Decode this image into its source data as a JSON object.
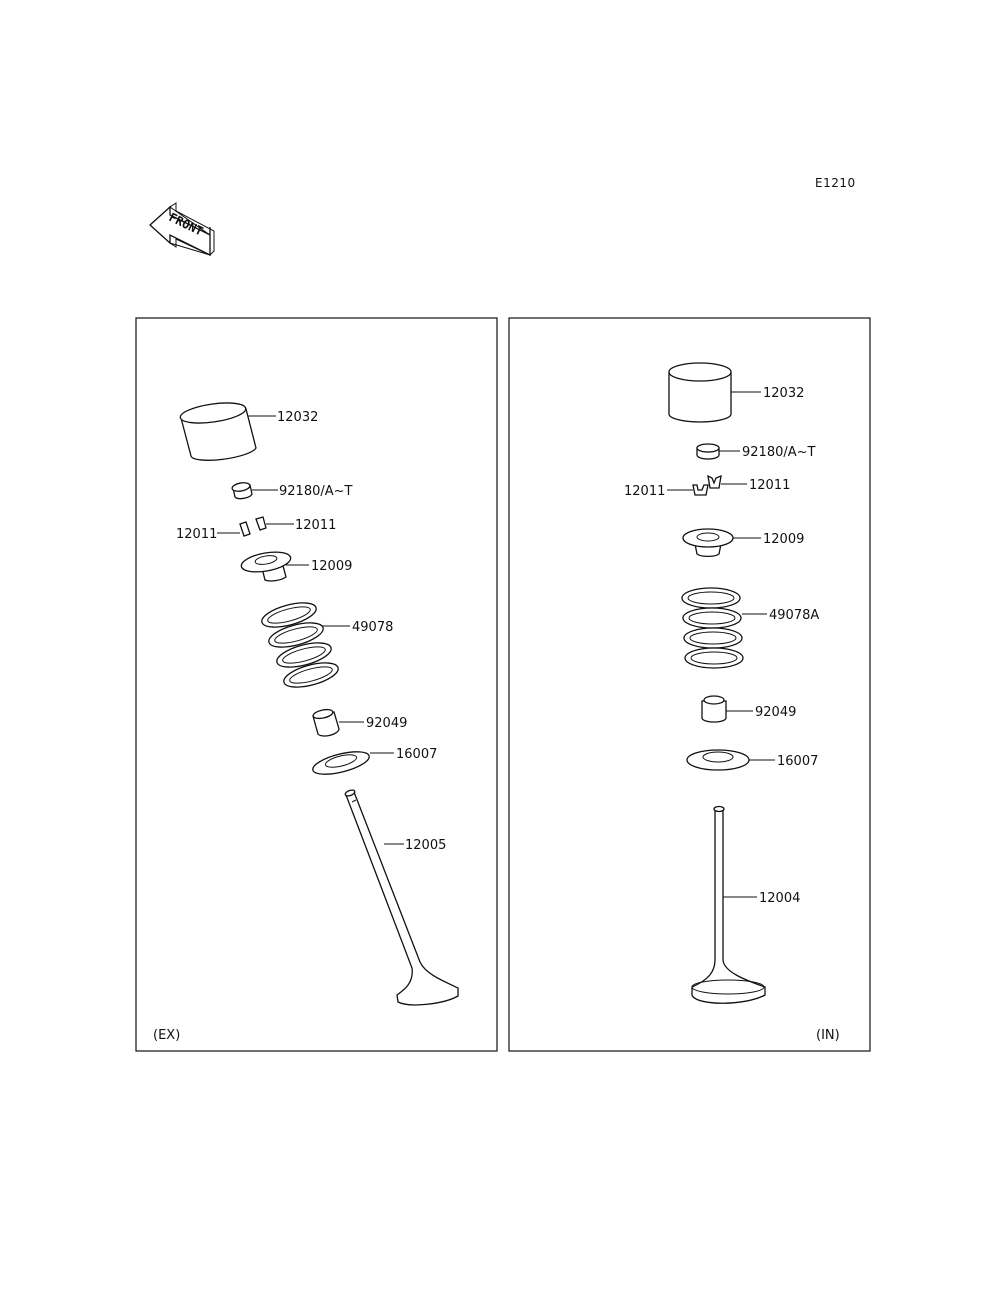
{
  "diagram_code": "E1210",
  "front_badge": "FRONT",
  "panels": {
    "left": {
      "tag": "(EX)",
      "labels": {
        "tappet": "12032",
        "shim": "92180/A~T",
        "cotter_left": "12011",
        "cotter_right": "12011",
        "retainer": "12009",
        "spring": "49078",
        "stem_seal": "92049",
        "spring_seat": "16007",
        "valve": "12005"
      }
    },
    "right": {
      "tag": "(IN)",
      "labels": {
        "tappet": "12032",
        "shim": "92180/A~T",
        "cotter_left": "12011",
        "cotter_right": "12011",
        "retainer": "12009",
        "spring": "49078A",
        "stem_seal": "92049",
        "spring_seat": "16007",
        "valve": "12004"
      }
    }
  }
}
